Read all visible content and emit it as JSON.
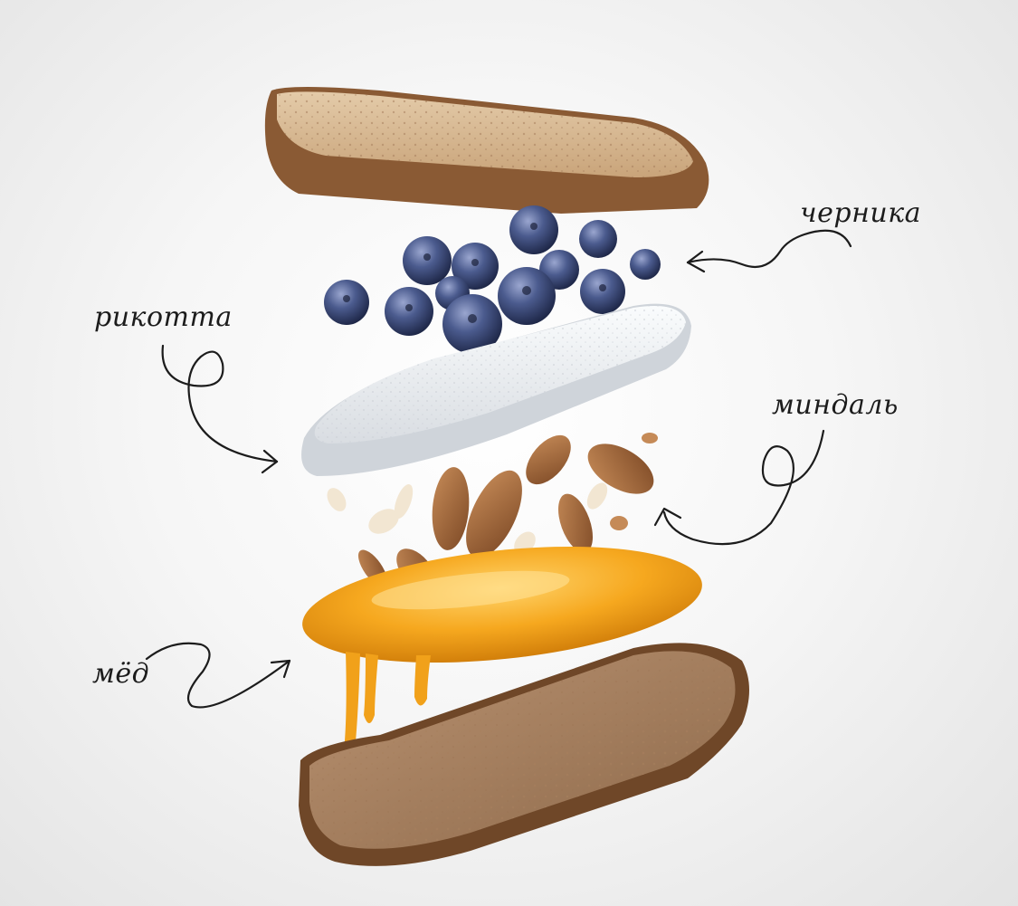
{
  "labels": {
    "blueberry": "черника",
    "ricotta": "рикотта",
    "almond": "миндаль",
    "honey": "мёд"
  },
  "colors": {
    "bread_crust": "#8a5a34",
    "bread_crumb": "#d7b995",
    "bread_crumb_dark": "#a8805d",
    "blueberry": "#4a5a8c",
    "ricotta": "#eef1f4",
    "almond": "#a86a3c",
    "almond_inner": "#f2e6d2",
    "honey": "#f4a51e",
    "ink": "#1c1c1c"
  }
}
